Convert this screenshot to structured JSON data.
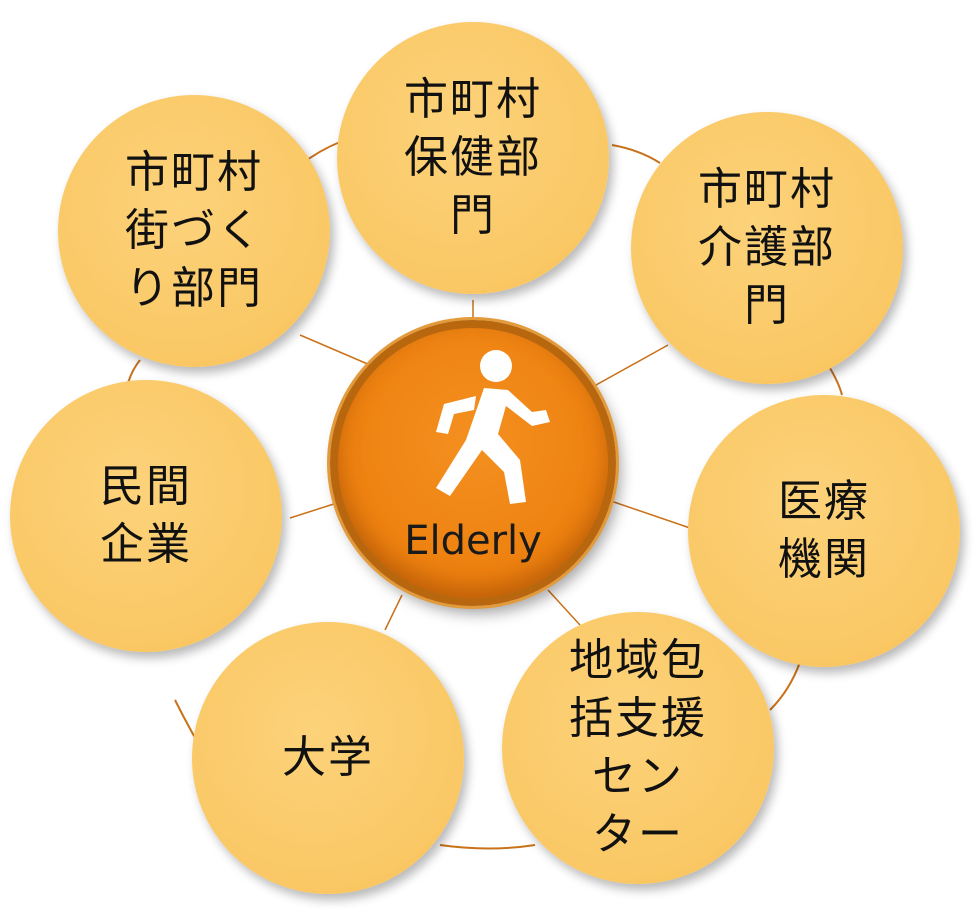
{
  "hub": {
    "label": "Elderly",
    "icon": "walking-person-icon",
    "color": "#ee8210"
  },
  "nodes": [
    {
      "id": "health",
      "label": "市町村\n保健部\n門"
    },
    {
      "id": "care",
      "label": "市町村\n介護部\n門"
    },
    {
      "id": "medical",
      "label": "医療\n機関"
    },
    {
      "id": "community",
      "label": "地域包\n括支援\nセン\nター"
    },
    {
      "id": "university",
      "label": "大学"
    },
    {
      "id": "private",
      "label": "民間\n企業"
    },
    {
      "id": "town",
      "label": "市町村\n街づく\nり部門"
    }
  ],
  "colors": {
    "node_fill": "#fac865",
    "connector": "#c9721a"
  }
}
